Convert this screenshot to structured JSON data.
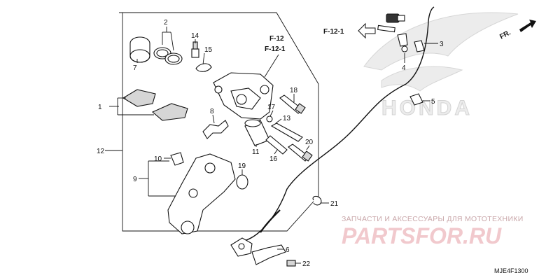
{
  "diagram": {
    "callouts": [
      "1",
      "2",
      "3",
      "4",
      "5",
      "6",
      "7",
      "8",
      "9",
      "10",
      "11",
      "12",
      "13",
      "14",
      "15",
      "16",
      "17",
      "18",
      "19",
      "20",
      "21",
      "22"
    ],
    "refs": {
      "main_top": "F-12",
      "main_bottom": "F-12-1",
      "sensor": "F-12-1"
    },
    "direction_label": "FR.",
    "background_logo": "HONDA",
    "diagram_code": "MJE4F1300"
  },
  "watermark": {
    "caption": "ЗАПЧАСТИ И АКСЕССУАРЫ ДЛЯ МОТОТЕХНИКИ",
    "logo": "PARTSFOR.RU"
  },
  "colors": {
    "ink": "#111111",
    "watermark_pink": "#f1c9cd",
    "honda_wing": "#e6e6e6"
  }
}
